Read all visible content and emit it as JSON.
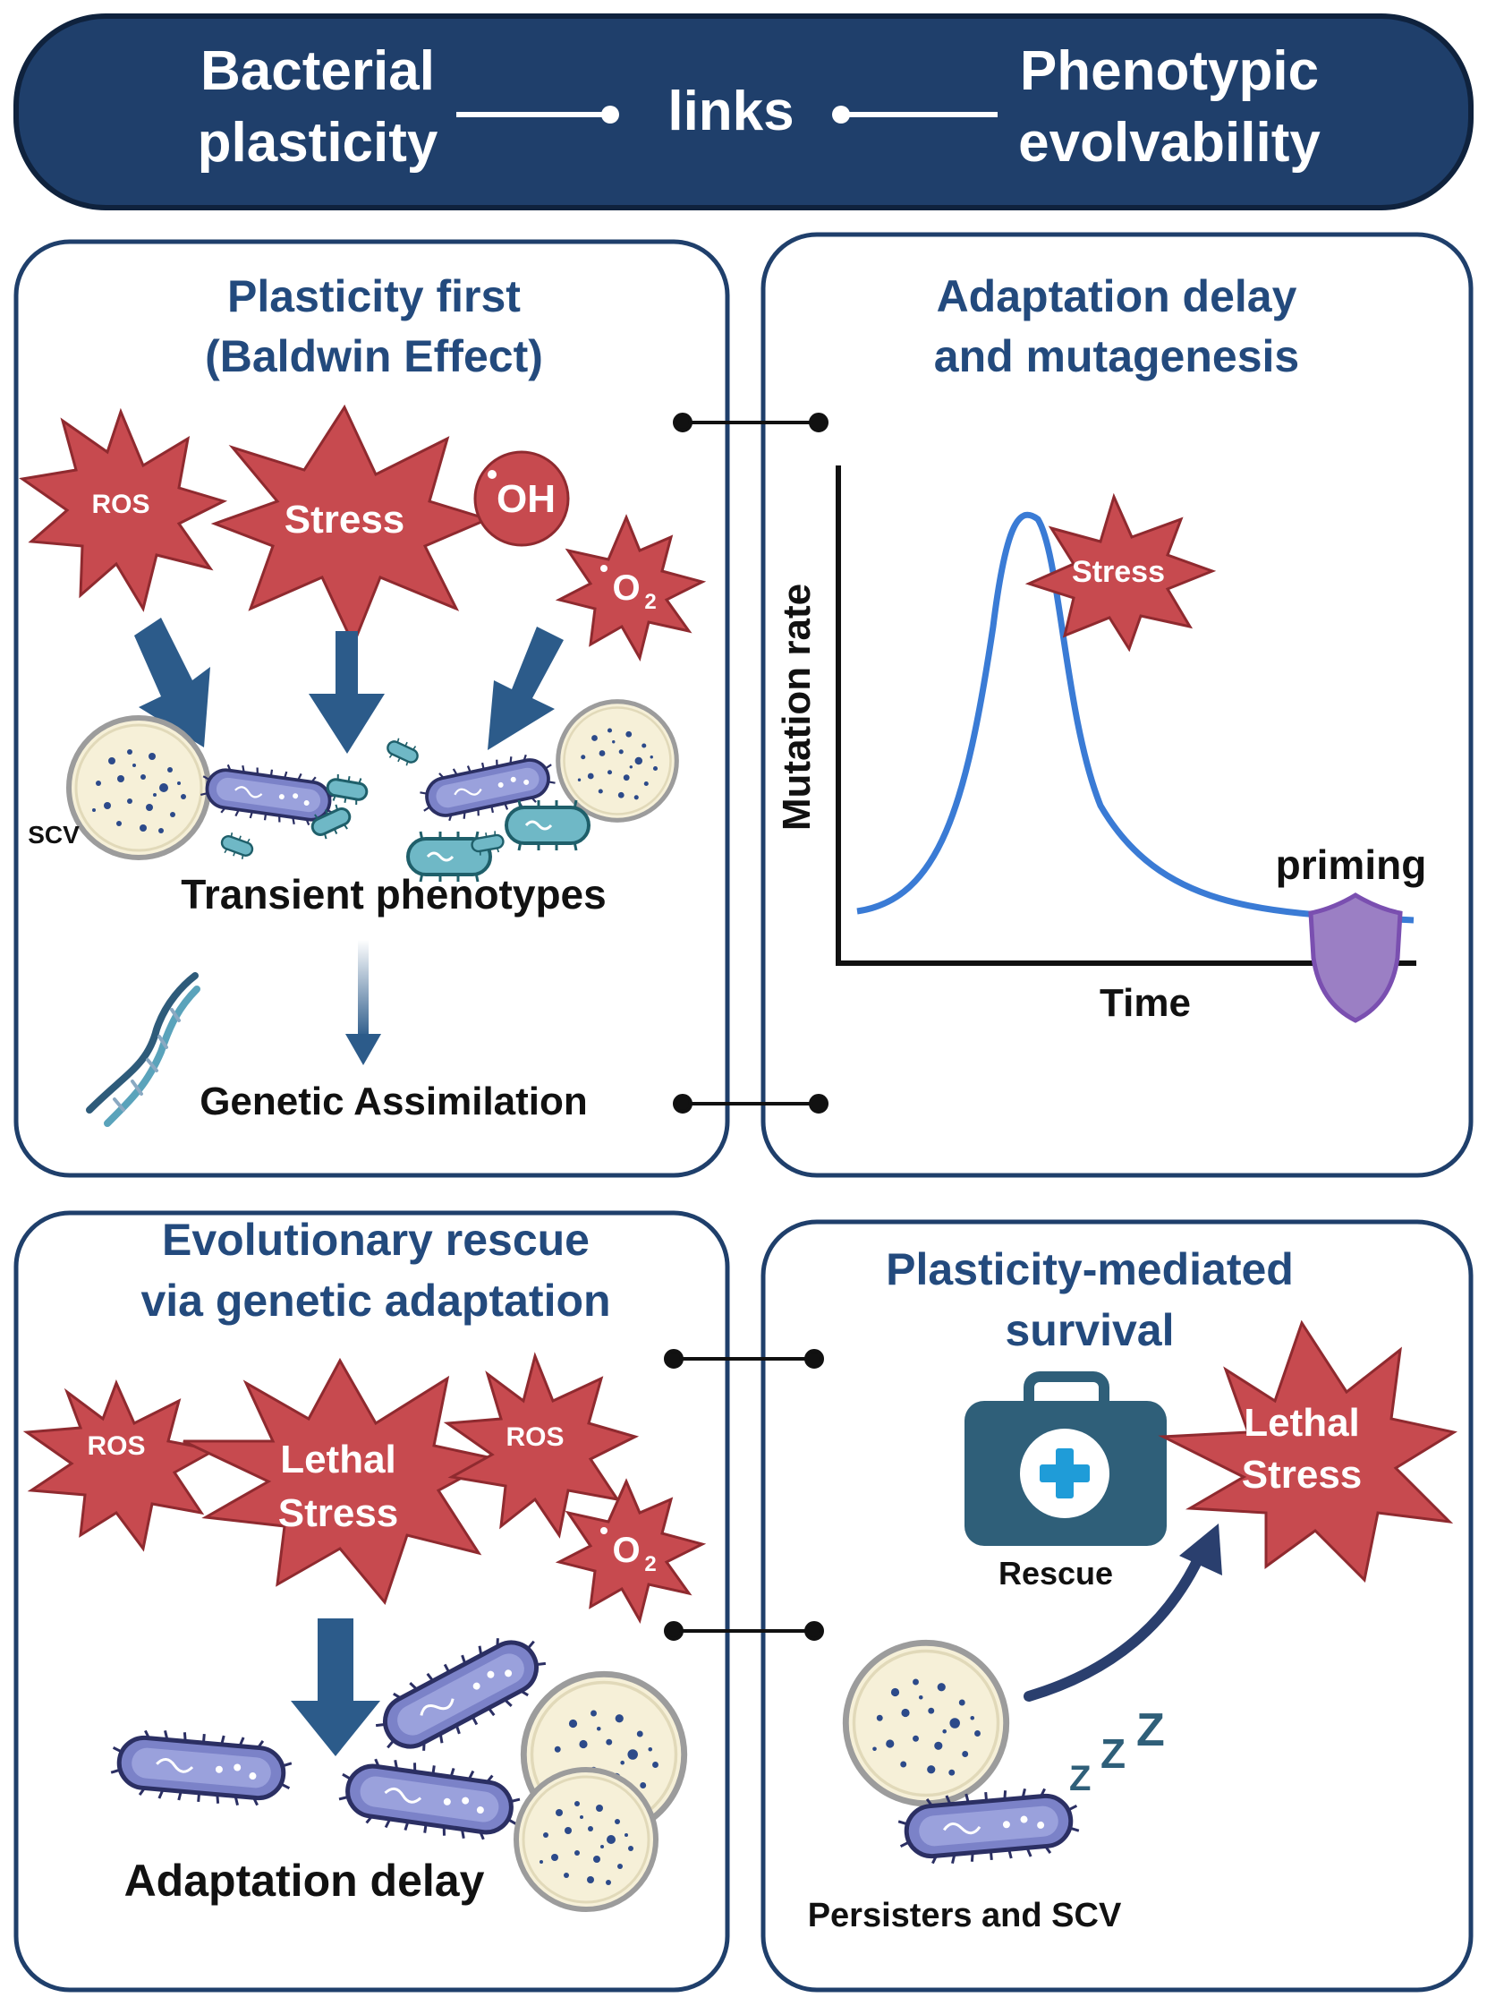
{
  "header": {
    "left_line1": "Bacterial",
    "left_line2": "plasticity",
    "center": "links",
    "right_line1": "Phenotypic",
    "right_line2": "evolvability"
  },
  "panels": {
    "top_left": {
      "title_line1": "Plasticity first",
      "title_line2": "(Baldwin Effect)",
      "bursts": {
        "ros": "ROS",
        "stress": "Stress",
        "oh": "OH",
        "o2": "O",
        "o2_sub": "2"
      },
      "scv_label": "SCV",
      "transient_label": "Transient phenotypes",
      "assimilation_label": "Genetic Assimilation"
    },
    "top_right": {
      "title_line1": "Adaptation delay",
      "title_line2": "and mutagenesis",
      "ylabel": "Mutation rate",
      "xlabel": "Time",
      "stress_label": "Stress",
      "priming_label": "priming"
    },
    "bottom_left": {
      "title_line1": "Evolutionary rescue",
      "title_line2": "via genetic adaptation",
      "bursts": {
        "ros1": "ROS",
        "lethal_line1": "Lethal",
        "lethal_line2": "Stress",
        "ros2": "ROS",
        "o2": "O",
        "o2_sub": "2"
      },
      "delay_label": "Adaptation delay"
    },
    "bottom_right": {
      "title_line1": "Plasticity-mediated",
      "title_line2": "survival",
      "lethal_line1": "Lethal",
      "lethal_line2": "Stress",
      "rescue_label": "Rescue",
      "zzz": [
        "Z",
        "Z",
        "Z"
      ],
      "persisters_label": "Persisters and SCV"
    }
  },
  "colors": {
    "navy": "#1f3f6b",
    "title_blue": "#234a7d",
    "stress_red": "#c74a4f",
    "arrow_blue": "#2c5b8a",
    "curve_blue": "#3a7bd5",
    "bacteria_purple": "#7b82c8",
    "bacteria_cyan": "#6fb8c6",
    "dish_cream": "#f6f0d8",
    "kit_teal": "#2f5f79",
    "shield_purple": "#9b7fc4"
  }
}
